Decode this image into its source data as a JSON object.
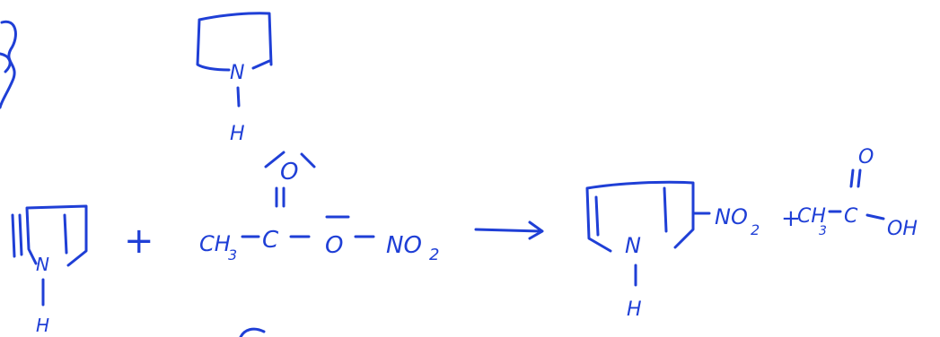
{
  "ink_color": "#1f3fd6",
  "labels": {
    "top_n": "N",
    "top_h": "H",
    "left_n": "N",
    "left_h": "H",
    "plus_1": "+",
    "reagent_ch3": "CH",
    "reagent_sub3": "3",
    "reagent_c": "C",
    "reagent_o_top": "O",
    "reagent_o": "O",
    "reagent_no": "NO",
    "reagent_sub2": "2",
    "product_n": "N",
    "product_h": "H",
    "product_no": "NO",
    "product_sub2": "2",
    "plus_2": "+",
    "acid_ch3": "CH",
    "acid_sub3": "3",
    "acid_c": "C",
    "acid_o": "O",
    "acid_oh": "OH"
  }
}
